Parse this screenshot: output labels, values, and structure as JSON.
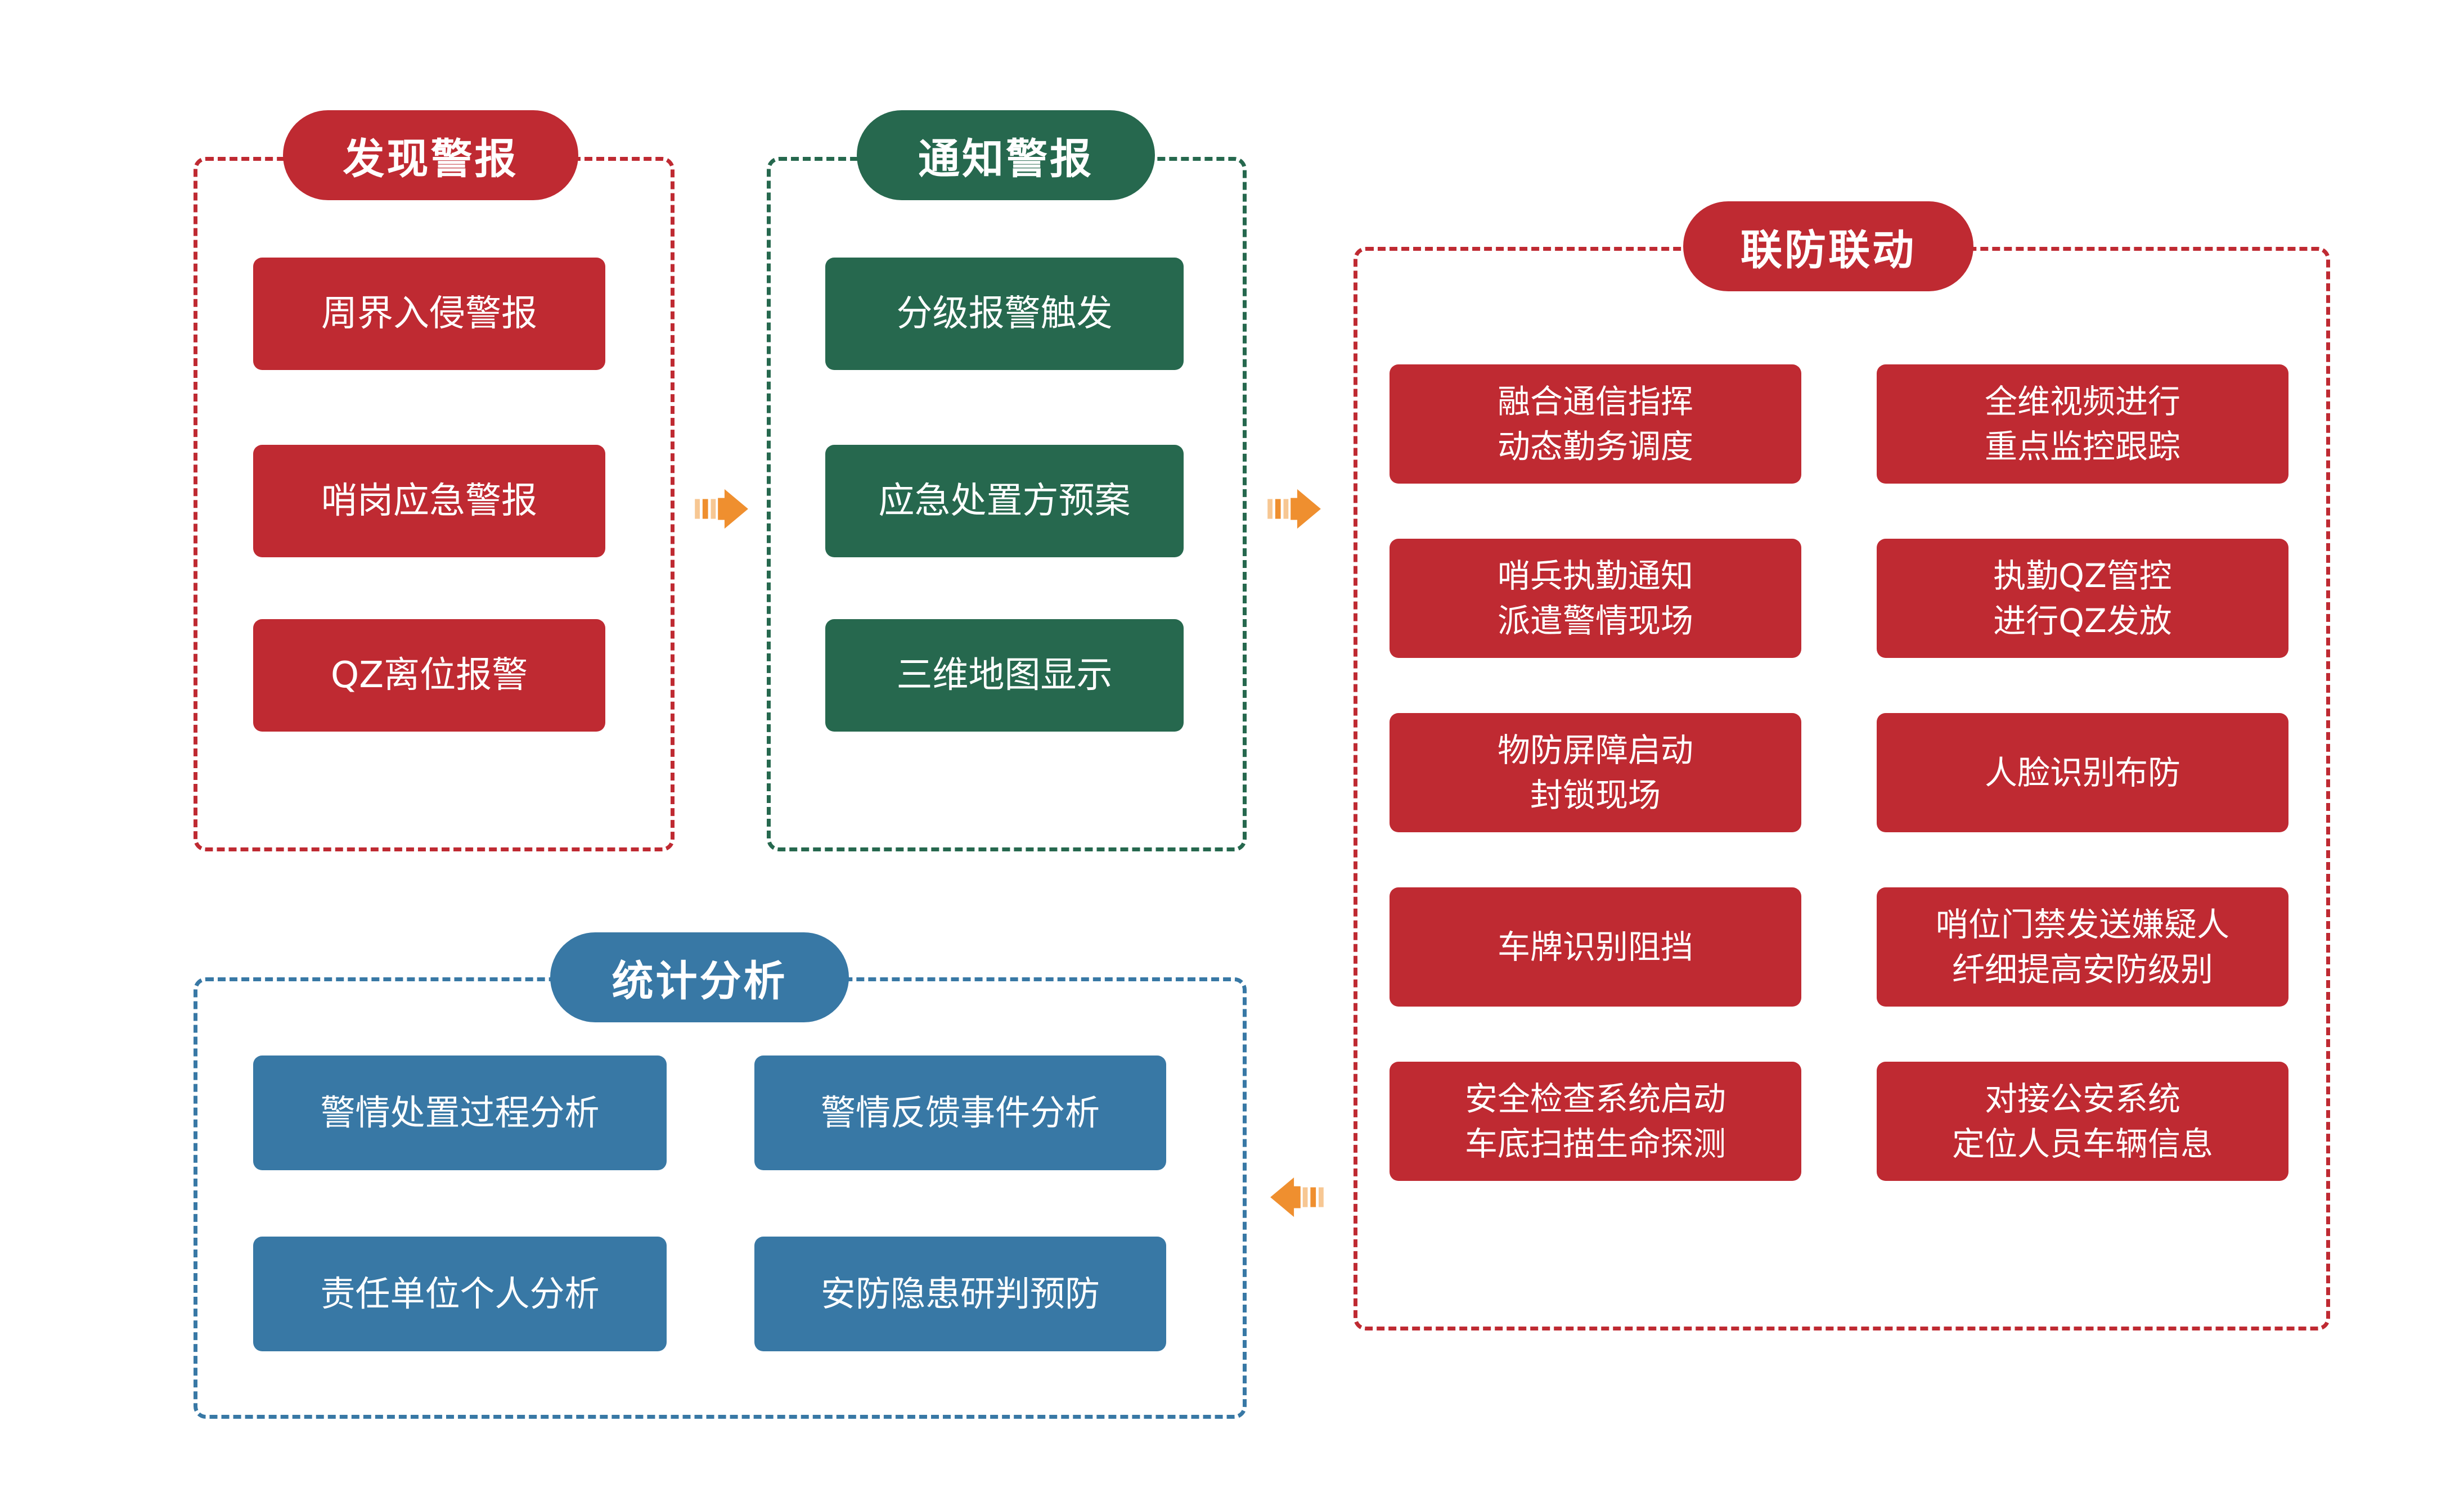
{
  "diagram": {
    "colors": {
      "red": "#BF2A32",
      "green": "#26684E",
      "blue": "#3878A5",
      "orange": "#EF8F2F",
      "orange_light": "#F7C793",
      "text": "#FFFFFF"
    },
    "groups": {
      "discover": {
        "title": "发现警报",
        "blocks": [
          "周界入侵警报",
          "哨岗应急警报",
          "QZ离位报警"
        ]
      },
      "notify": {
        "title": "通知警报",
        "blocks": [
          "分级报警触发",
          "应急处置方预案",
          "三维地图显示"
        ]
      },
      "linkage": {
        "title": "联防联动",
        "left_blocks": [
          "融合通信指挥\n动态勤务调度",
          "哨兵执勤通知\n派遣警情现场",
          "物防屏障启动\n封锁现场",
          "车牌识别阻挡",
          "安全检查系统启动\n车底扫描生命探测"
        ],
        "right_blocks": [
          "全维视频进行\n重点监控跟踪",
          "执勤QZ管控\n进行QZ发放",
          "人脸识别布防",
          "哨位门禁发送嫌疑人\n纤细提高安防级别",
          "对接公安系统\n定位人员车辆信息"
        ]
      },
      "stats": {
        "title": "统计分析",
        "blocks": [
          "警情处置过程分析",
          "警情反馈事件分析",
          "责任单位个人分析",
          "安防隐患研判预防"
        ]
      }
    },
    "arrows": [
      {
        "name": "discover-to-notify",
        "direction": "right"
      },
      {
        "name": "notify-to-linkage",
        "direction": "right"
      },
      {
        "name": "linkage-to-stats",
        "direction": "left"
      }
    ]
  }
}
